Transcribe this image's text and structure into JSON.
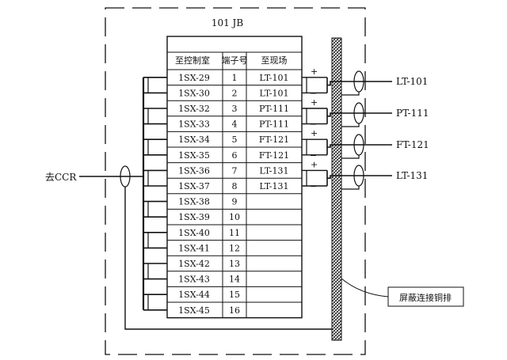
{
  "box_title": "101 JB",
  "headers": [
    "至控制室",
    "端子号",
    "至现场"
  ],
  "rows": [
    {
      "control": "1SX-29",
      "terminal": "1",
      "field": "LT-101"
    },
    {
      "control": "1SX-30",
      "terminal": "2",
      "field": "LT-101"
    },
    {
      "control": "1SX-32",
      "terminal": "3",
      "field": "PT-111"
    },
    {
      "control": "1SX-33",
      "terminal": "4",
      "field": "PT-111"
    },
    {
      "control": "1SX-34",
      "terminal": "5",
      "field": "FT-121"
    },
    {
      "control": "1SX-35",
      "terminal": "6",
      "field": "FT-121"
    },
    {
      "control": "1SX-36",
      "terminal": "7",
      "field": "LT-131"
    },
    {
      "control": "1SX-37",
      "terminal": "8",
      "field": "LT-131"
    },
    {
      "control": "1SX-38",
      "terminal": "9",
      "field": ""
    },
    {
      "control": "1SX-39",
      "terminal": "10",
      "field": ""
    },
    {
      "control": "1SX-40",
      "terminal": "11",
      "field": ""
    },
    {
      "control": "1SX-41",
      "terminal": "12",
      "field": ""
    },
    {
      "control": "1SX-42",
      "terminal": "13",
      "field": ""
    },
    {
      "control": "1SX-43",
      "terminal": "14",
      "field": ""
    },
    {
      "control": "1SX-44",
      "terminal": "15",
      "field": ""
    },
    {
      "control": "1SX-45",
      "terminal": "16",
      "field": ""
    }
  ],
  "instruments": [
    "LT-101",
    "PT-111",
    "FT-121",
    "LT-131"
  ],
  "polarity": {
    "plus": "+",
    "minus": "−"
  },
  "ccr_label": "去CCR",
  "shield_bar_label": "屏蔽连接铜排",
  "colors": {
    "line": "#111111",
    "background": "#ffffff"
  }
}
